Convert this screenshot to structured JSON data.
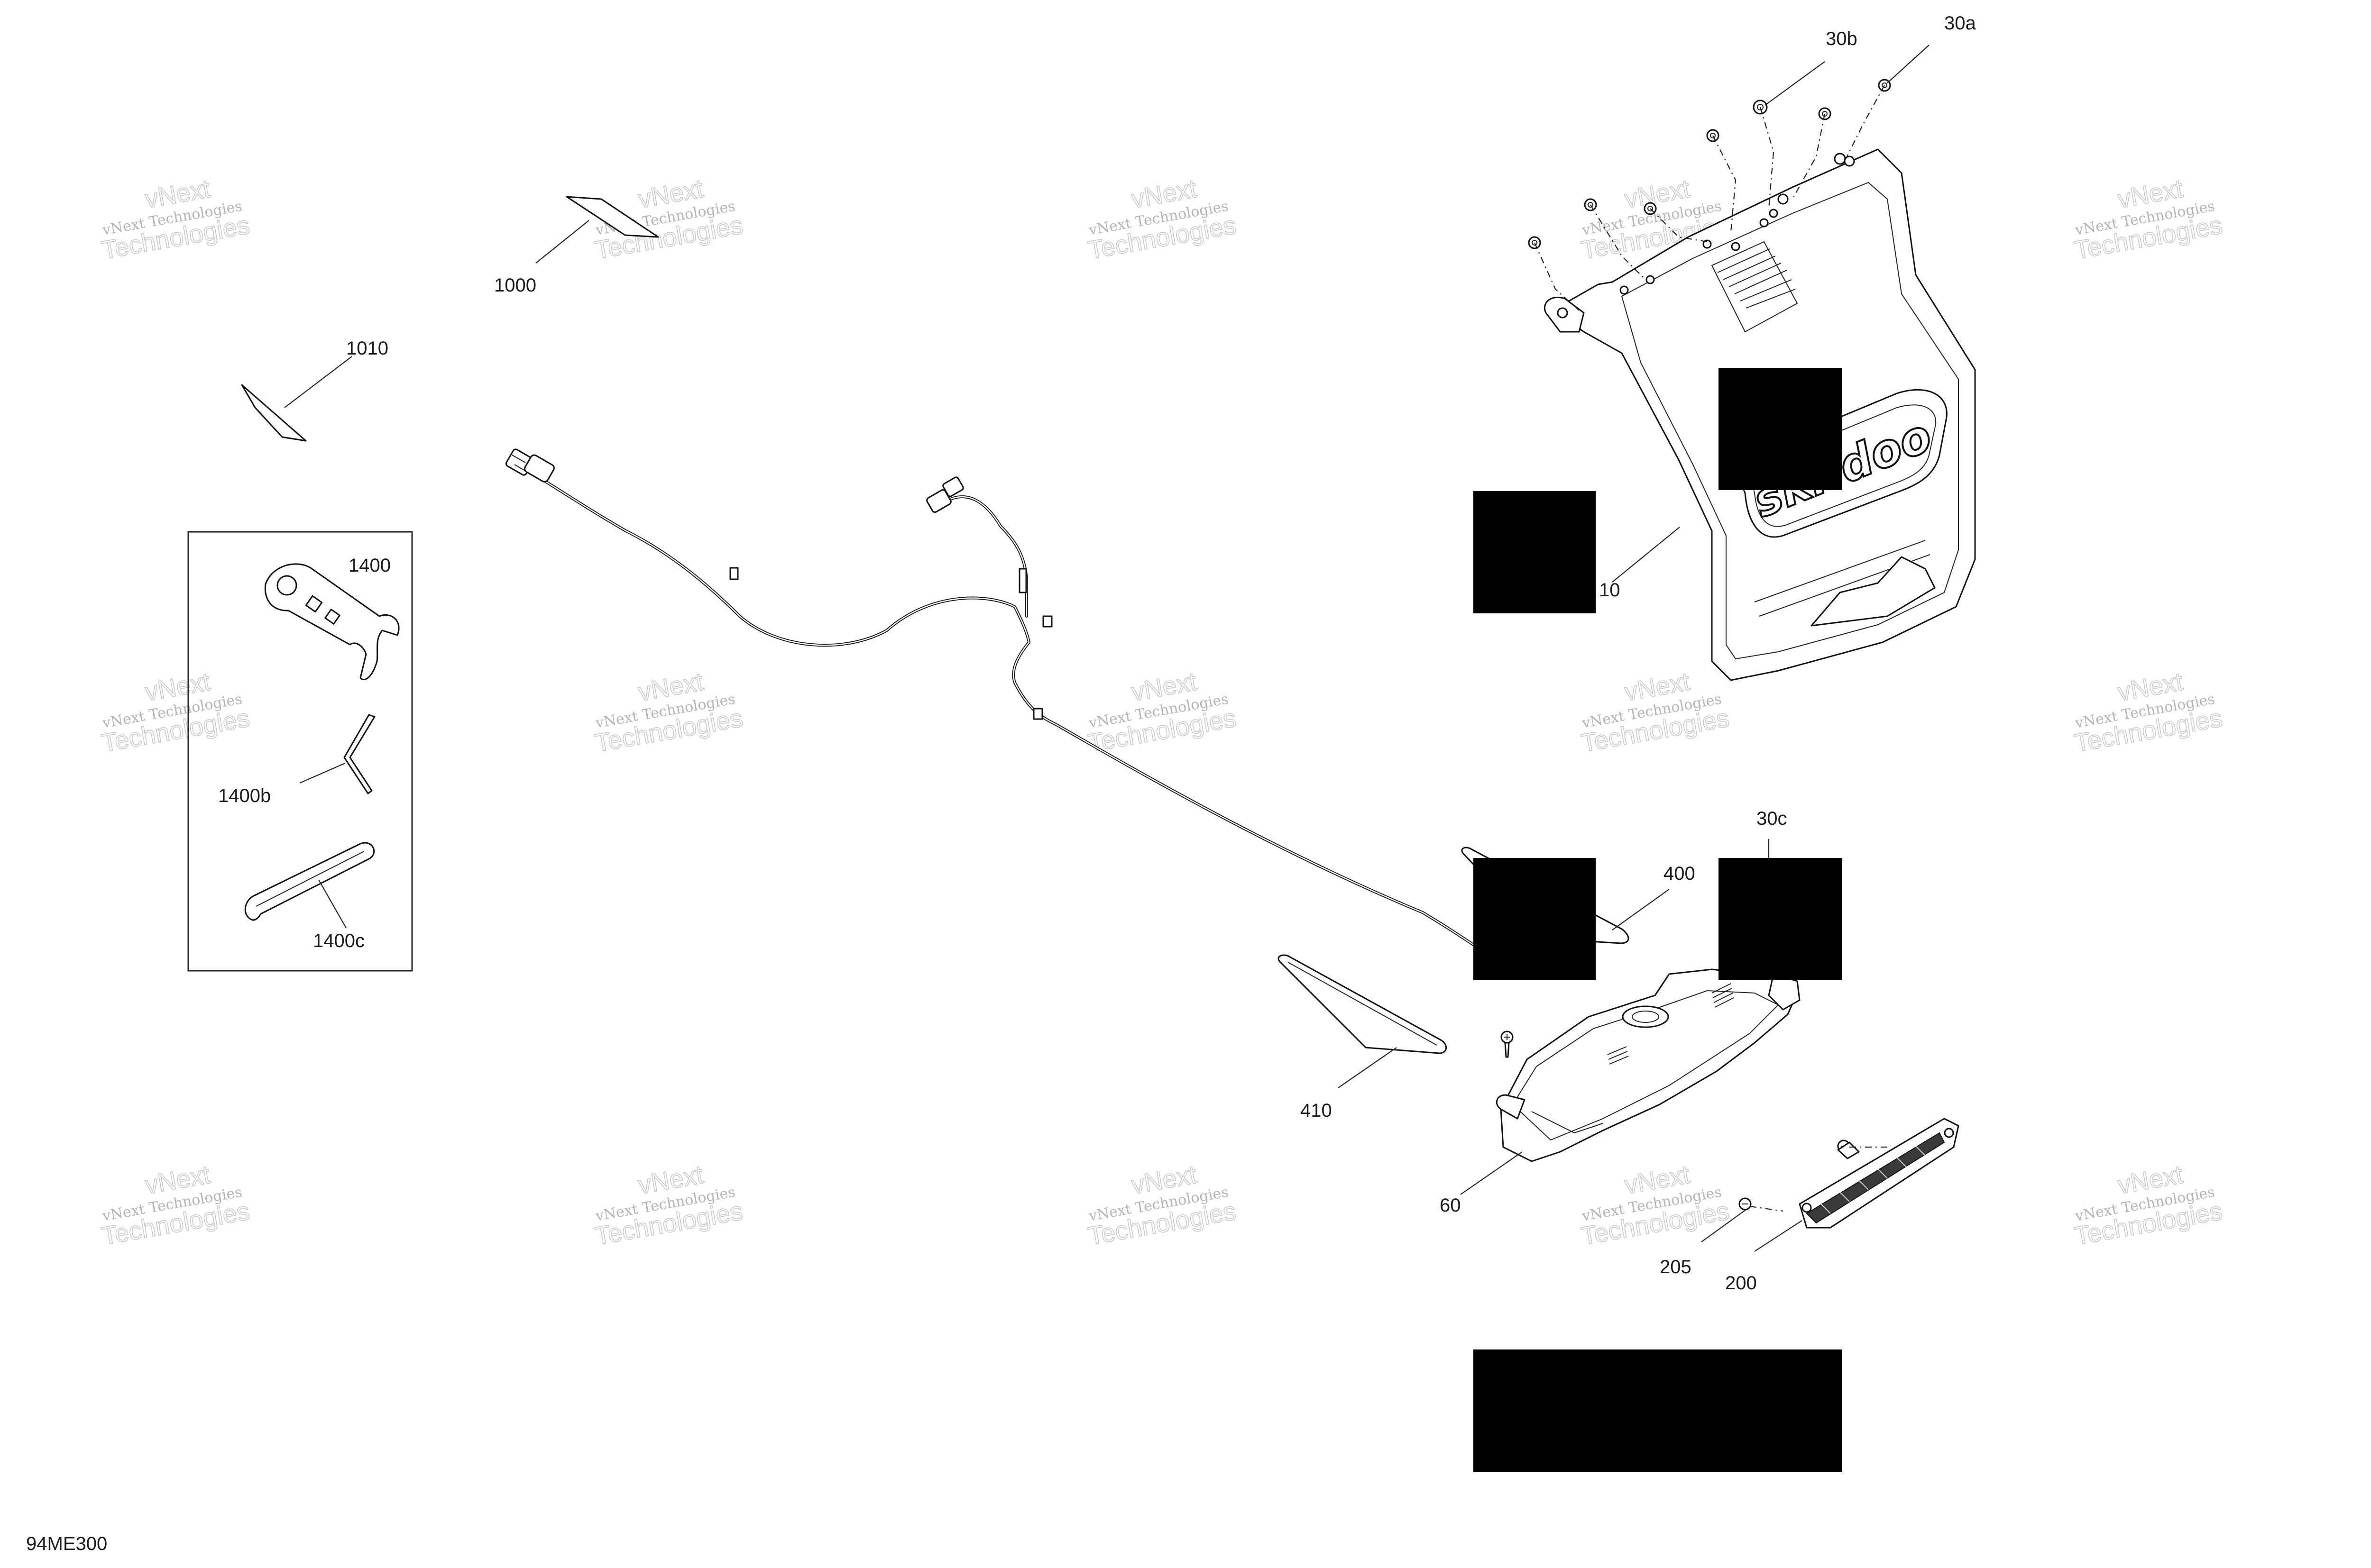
{
  "diagram_id": "94ME300",
  "watermark": {
    "line1": "vNext Technologies",
    "line2": "Technologies",
    "line3": "vNext"
  },
  "callouts": {
    "c1000": "1000",
    "c1010": "1010",
    "c1400": "1400",
    "c1400b": "1400b",
    "c1400c": "1400c",
    "c10": "10",
    "c30a": "30a",
    "c30b": "30b",
    "c30c": "30c",
    "c400": "400",
    "c410": "410",
    "c60": "60",
    "c200": "200",
    "c205": "205"
  },
  "brand_text": "ski-doo",
  "colors": {
    "ink": "#111111",
    "watermark": "#b4b4b4",
    "redaction": "#000000",
    "background": "#ffffff"
  }
}
